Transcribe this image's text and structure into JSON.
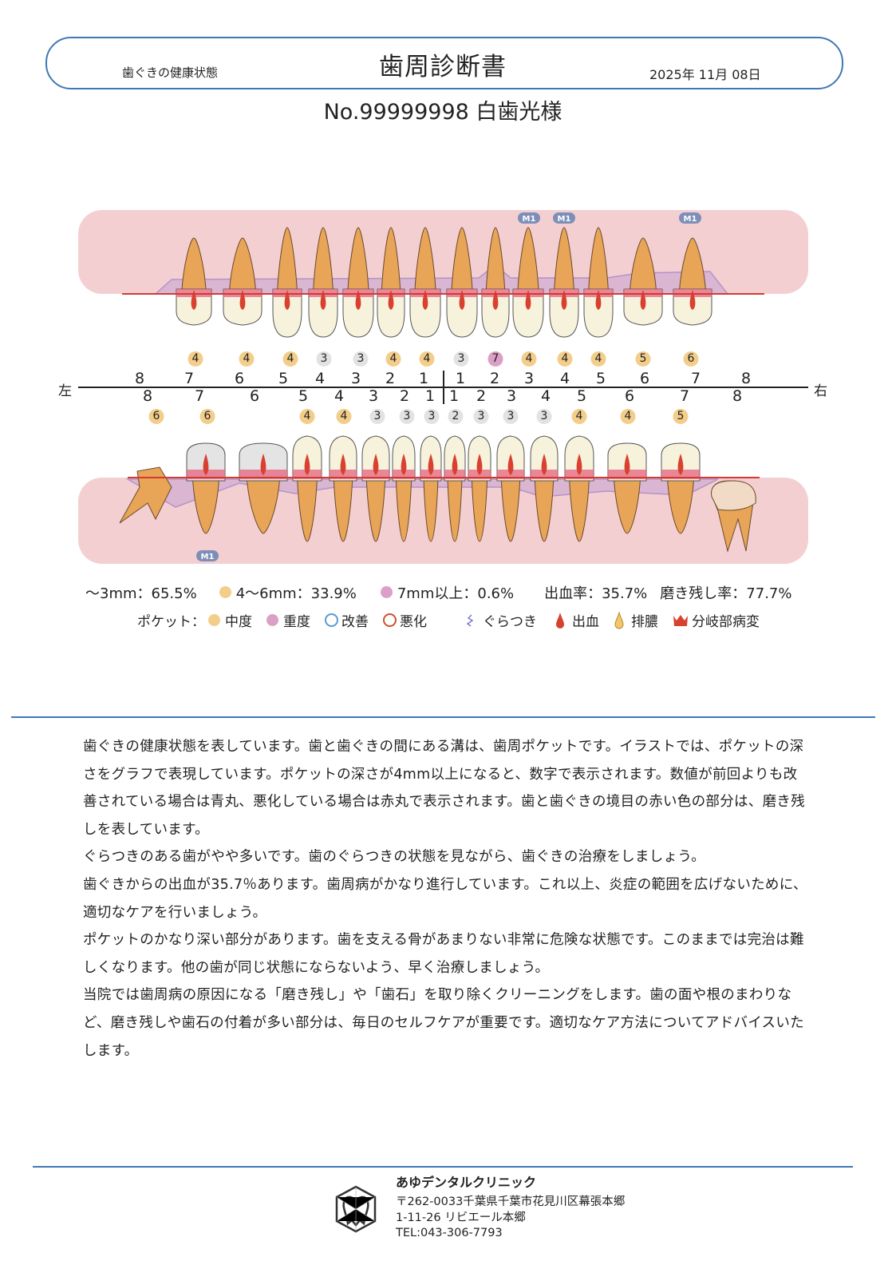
{
  "header": {
    "subtitle": "歯ぐきの健康状態",
    "title": "歯周診断書",
    "date": "2025年 11月 08日"
  },
  "patient": "No.99999998  白歯光様",
  "chart": {
    "left_label": "左",
    "right_label": "右",
    "upper_numbers": [
      "8",
      "7",
      "6",
      "5",
      "4",
      "3",
      "2",
      "1",
      "1",
      "2",
      "3",
      "4",
      "5",
      "6",
      "7",
      "8"
    ],
    "lower_numbers": [
      "8",
      "7",
      "6",
      "5",
      "4",
      "3",
      "2",
      "1",
      "1",
      "2",
      "3",
      "4",
      "5",
      "6",
      "7",
      "8"
    ],
    "upper_pockets": [
      {
        "v": "4",
        "level": "moderate"
      },
      {
        "v": "4",
        "level": "moderate"
      },
      {
        "v": "4",
        "level": "moderate"
      },
      {
        "v": "3",
        "level": "normal"
      },
      {
        "v": "3",
        "level": "normal"
      },
      {
        "v": "4",
        "level": "moderate"
      },
      {
        "v": "4",
        "level": "moderate"
      },
      {
        "v": "3",
        "level": "normal"
      },
      {
        "v": "7",
        "level": "severe"
      },
      {
        "v": "4",
        "level": "moderate"
      },
      {
        "v": "4",
        "level": "moderate"
      },
      {
        "v": "4",
        "level": "moderate"
      },
      {
        "v": "5",
        "level": "moderate"
      },
      {
        "v": "6",
        "level": "moderate"
      }
    ],
    "lower_pockets": [
      {
        "v": "6",
        "level": "moderate"
      },
      {
        "v": "6",
        "level": "moderate"
      },
      {
        "v": "4",
        "level": "moderate"
      },
      {
        "v": "4",
        "level": "moderate"
      },
      {
        "v": "3",
        "level": "normal"
      },
      {
        "v": "3",
        "level": "normal"
      },
      {
        "v": "3",
        "level": "normal"
      },
      {
        "v": "2",
        "level": "normal"
      },
      {
        "v": "3",
        "level": "normal"
      },
      {
        "v": "3",
        "level": "normal"
      },
      {
        "v": "3",
        "level": "normal"
      },
      {
        "v": "4",
        "level": "moderate"
      },
      {
        "v": "4",
        "level": "moderate"
      },
      {
        "v": "5",
        "level": "moderate"
      }
    ],
    "mobility_badge": "M1",
    "colors": {
      "moderate": "#f3cd8a",
      "severe": "#dca0c6",
      "normal": "#e2e2e2",
      "gum": "#f4cfd2",
      "tooth_root": "#e8a457",
      "line": "#d43a2f",
      "pocket": "#b490c8"
    }
  },
  "stats": {
    "upto3": "～3mm：65.5%",
    "mid": "4～6mm：33.9%",
    "over7": "7mm以上：0.6%",
    "bleeding_rate": "出血率：35.7%",
    "plaque_rate": "磨き残し率：77.7%"
  },
  "legend": {
    "pocket_label": "ポケット：",
    "moderate": "中度",
    "severe": "重度",
    "improved": "改善",
    "worsened": "悪化",
    "mobility": "ぐらつき",
    "bleeding": "出血",
    "pus": "排膿",
    "furcation": "分岐部病変"
  },
  "body": [
    "歯ぐきの健康状態を表しています。歯と歯ぐきの間にある溝は、歯周ポケットです。イラストでは、ポケットの深さをグラフで表現しています。ポケットの深さが4mm以上になると、数字で表示されます。数値が前回よりも改善されている場合は青丸、悪化している場合は赤丸で表示されます。歯と歯ぐきの境目の赤い色の部分は、磨き残しを表しています。",
    "ぐらつきのある歯がやや多いです。歯のぐらつきの状態を見ながら、歯ぐきの治療をしましょう。",
    "歯ぐきからの出血が35.7％あります。歯周病がかなり進行しています。これ以上、炎症の範囲を広げないために、適切なケアを行いましょう。",
    "ポケットのかなり深い部分があります。歯を支える骨があまりない非常に危険な状態です。このままでは完治は難しくなります。他の歯が同じ状態にならないよう、早く治療しましょう。",
    "当院では歯周病の原因になる「磨き残し」や「歯石」を取り除くクリーニングをします。歯の面や根のまわりなど、磨き残しや歯石の付着が多い部分は、毎日のセルフケアが重要です。適切なケア方法についてアドバイスいたします。"
  ],
  "footer": {
    "clinic": "あゆデンタルクリニック",
    "address1": "〒262-0033千葉県千葉市花見川区幕張本郷",
    "address2": "1-11-26 リビエール本郷",
    "tel": "TEL:043-306-7793"
  }
}
